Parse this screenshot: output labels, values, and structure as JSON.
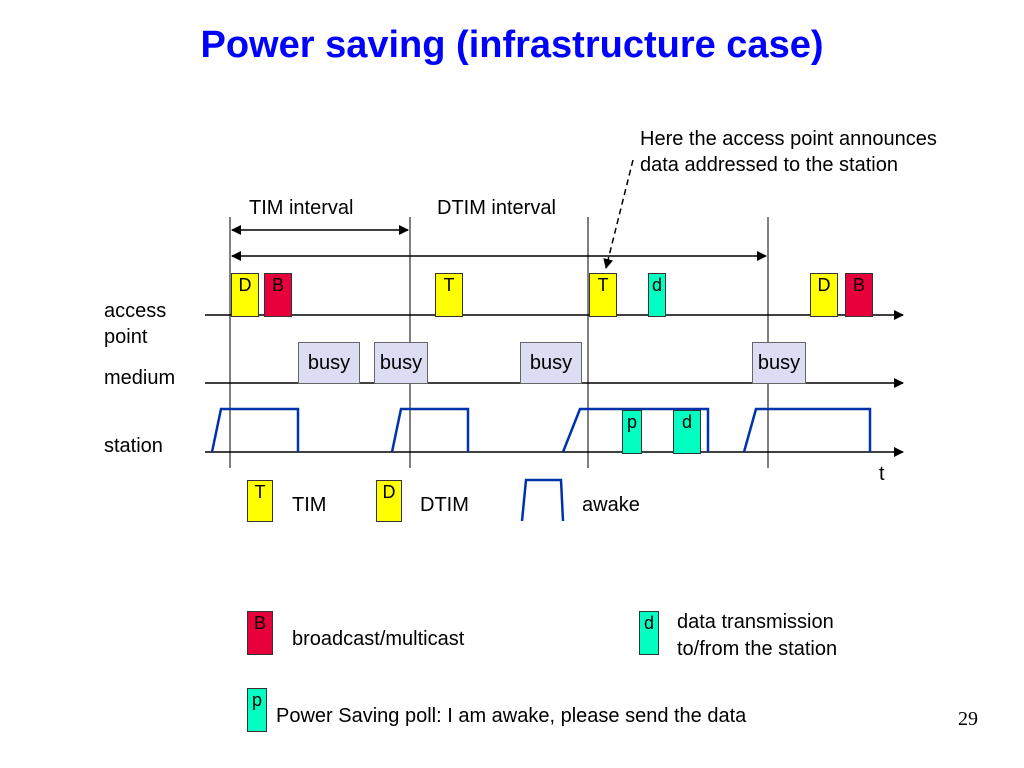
{
  "slide": {
    "title": "Power saving (infrastructure case)",
    "page_number": "29"
  },
  "annotation": {
    "line1": "Here the access point announces",
    "line2": "data addressed to the station"
  },
  "intervals": {
    "tim": "TIM interval",
    "dtim": "DTIM interval"
  },
  "rows": {
    "access_point_line1": "access",
    "access_point_line2": "point",
    "medium": "medium",
    "station": "station",
    "time_axis": "t"
  },
  "frames": {
    "d": "D",
    "b": "B",
    "t": "T",
    "data": "d",
    "poll": "p",
    "busy": "busy"
  },
  "colors": {
    "tim": "#ffff00",
    "dtim": "#ffff00",
    "broadcast": "#e8003c",
    "data": "#00ffc0",
    "busy": "#dcdcf2",
    "awake_line": "#0033aa",
    "title": "#0000ff"
  },
  "legend": {
    "tim_symbol": "T",
    "tim_label": "TIM",
    "dtim_symbol": "D",
    "dtim_label": "DTIM",
    "awake_label": "awake",
    "broadcast_symbol": "B",
    "broadcast_label": "broadcast/multicast",
    "data_symbol": "d",
    "data_label_line1": "data transmission",
    "data_label_line2": "to/from the station",
    "poll_symbol": "p",
    "poll_label": "Power Saving poll: I am awake, please send the data"
  }
}
